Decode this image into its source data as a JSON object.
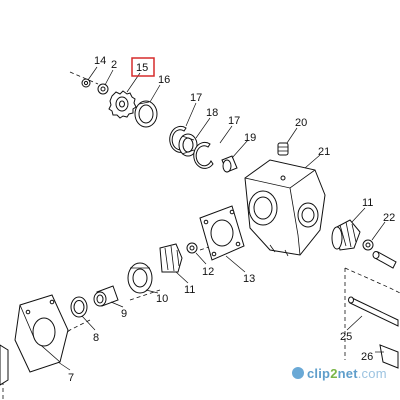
{
  "diagram": {
    "callouts": {
      "c2": "2",
      "c7": "7",
      "c8": "8",
      "c9": "9",
      "c10": "10",
      "c11a": "11",
      "c11b": "11",
      "c12": "12",
      "c13": "13",
      "c14": "14",
      "c15": "15",
      "c16": "16",
      "c17a": "17",
      "c17b": "17",
      "c18": "18",
      "c19": "19",
      "c20": "20",
      "c21": "21",
      "c22": "22",
      "c25": "25",
      "c26": "26"
    },
    "highlight_color": "#d62b2b"
  },
  "watermark": {
    "part1": "clip",
    "part2": "2",
    "part3": "net",
    "part4": ".com"
  }
}
